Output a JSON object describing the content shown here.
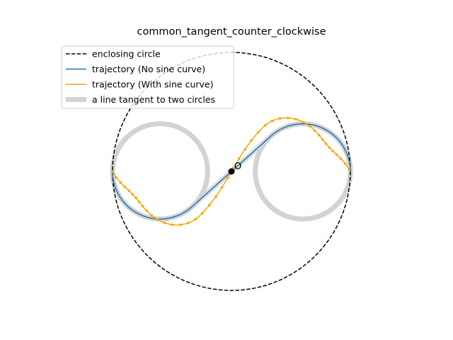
{
  "chart_data": {
    "type": "line",
    "title": "common_tangent_counter_clockwise",
    "xlim": [
      -1.05,
      1.05
    ],
    "ylim": [
      -1.05,
      1.05
    ],
    "axes_visible": false,
    "aspect": "equal",
    "legend_position": "upper-left",
    "origin_label": "O",
    "origin_point": [
      0,
      0
    ],
    "enclosing_circle": {
      "center": [
        0,
        0
      ],
      "radius": 1.0
    },
    "small_circles": [
      {
        "center": [
          -0.6,
          0
        ],
        "radius": 0.4
      },
      {
        "center": [
          0.6,
          0
        ],
        "radius": 0.4
      }
    ],
    "series": [
      {
        "name": "enclosing circle",
        "style": "dashed",
        "color": "#000000"
      },
      {
        "name": "trajectory (No sine curve)",
        "style": "solid",
        "color": "#1f77b4"
      },
      {
        "name": "trajectory (With sine curve)",
        "style": "solid-markers",
        "color": "#ffa500"
      },
      {
        "name": "a line tangent to two circles",
        "style": "thick",
        "color": "#d3d3d3"
      }
    ],
    "trajectory_params": {
      "small_radius": 0.4,
      "sine_amplitude": 0.1,
      "sine_cycles": 2
    }
  }
}
